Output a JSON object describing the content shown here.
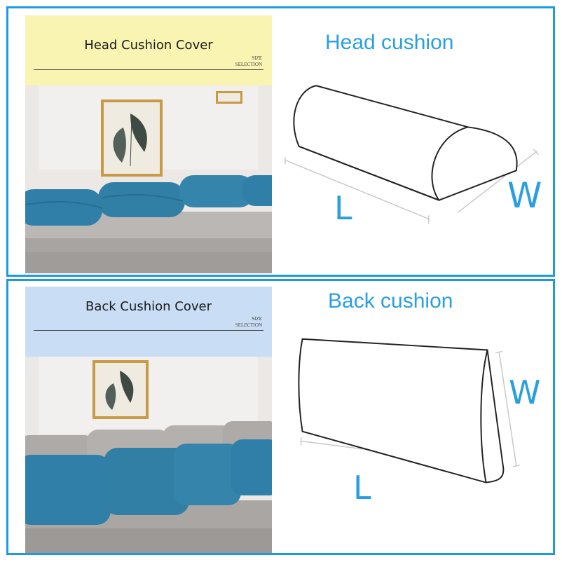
{
  "head": {
    "card_title": "Head Cushion Cover",
    "size_label": "SIZE",
    "selection_label": "SELECTION",
    "diagram_title": "Head cushion",
    "length_letter": "L",
    "width_letter": "W",
    "header_color": "#f9f4b1"
  },
  "back": {
    "card_title": "Back Cushion Cover",
    "size_label": "SIZE",
    "selection_label": "SELECTION",
    "diagram_title": "Back cushion",
    "length_letter": "L",
    "width_letter": "W",
    "header_color": "#c9def5"
  },
  "colors": {
    "frame_blue": "#1e9be0",
    "label_blue": "#2a9fe0",
    "cushion_teal": "#2f7fa8",
    "sofa_grey": "#a7a4a2"
  }
}
